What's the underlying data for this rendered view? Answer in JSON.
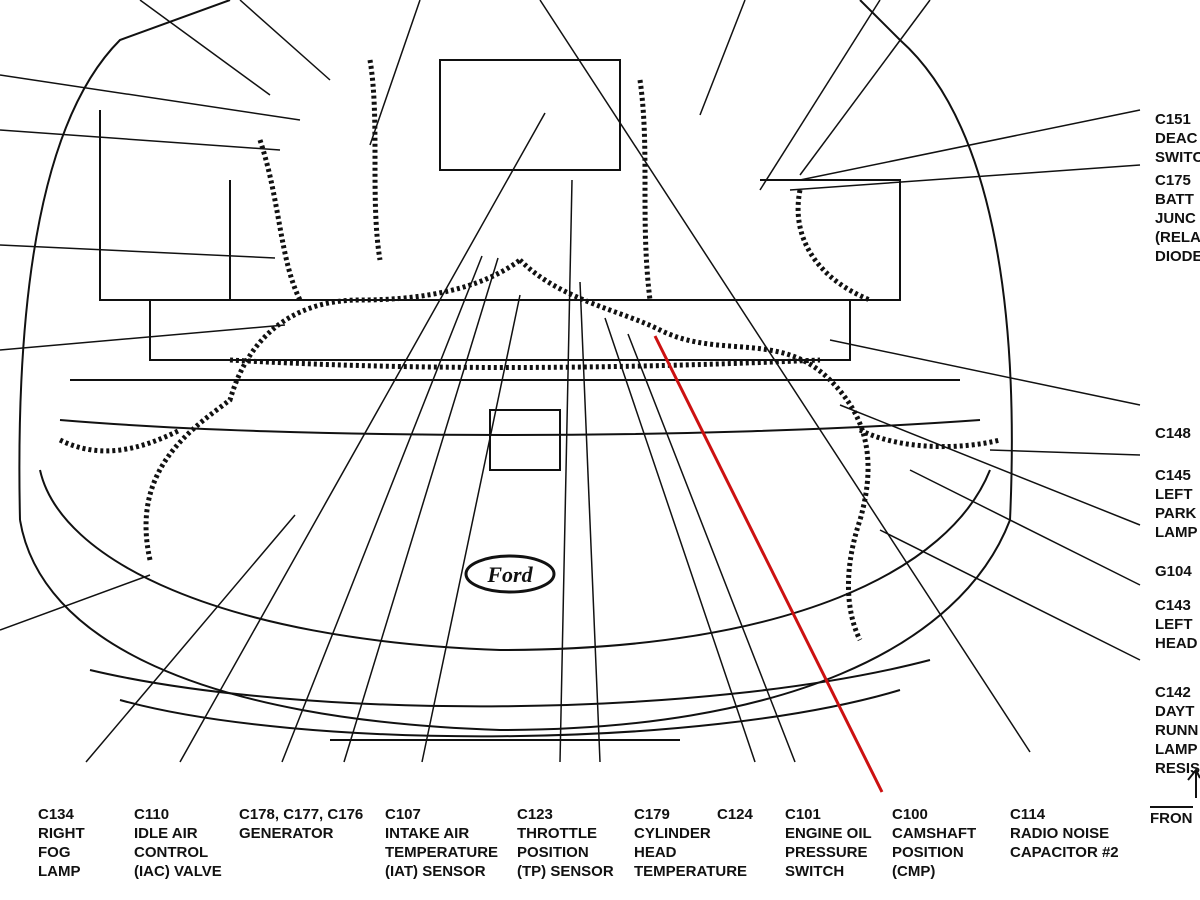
{
  "colors": {
    "line": "#111111",
    "highlight": "#cc1111",
    "background": "#ffffff"
  },
  "labels": {
    "c134": [
      "C134",
      "RIGHT",
      "FOG",
      "LAMP"
    ],
    "c110": [
      "C110",
      "IDLE AIR",
      "CONTROL",
      "(IAC) VALVE"
    ],
    "c178": [
      "C178, C177, C176",
      "GENERATOR"
    ],
    "c107": [
      "C107",
      "INTAKE AIR",
      "TEMPERATURE",
      "(IAT) SENSOR"
    ],
    "c123": [
      "C123",
      "THROTTLE",
      "POSITION",
      "(TP) SENSOR"
    ],
    "c179": [
      "C179",
      "CYLINDER",
      "HEAD",
      "TEMPERATURE"
    ],
    "c124": [
      "C124"
    ],
    "c101": [
      "C101",
      "ENGINE OIL",
      "PRESSURE",
      "SWITCH"
    ],
    "c100": [
      "C100",
      "CAMSHAFT",
      "POSITION",
      "(CMP)"
    ],
    "c114": [
      "C114",
      "RADIO NOISE",
      "CAPACITOR #2"
    ],
    "c151": [
      "C151",
      "DEAC",
      "SWITC"
    ],
    "c175": [
      "C175",
      "BATT",
      "JUNC",
      "(RELA",
      "DIODE"
    ],
    "c148": [
      "C148"
    ],
    "c145": [
      "C145",
      "LEFT",
      "PARK",
      "LAMP"
    ],
    "g104": [
      "G104"
    ],
    "c143": [
      "C143",
      "LEFT",
      "HEAD"
    ],
    "c142": [
      "C142",
      "DAYT",
      "RUNN",
      "LAMP",
      "RESIS"
    ],
    "front": "FRON",
    "logo": "Ford"
  }
}
